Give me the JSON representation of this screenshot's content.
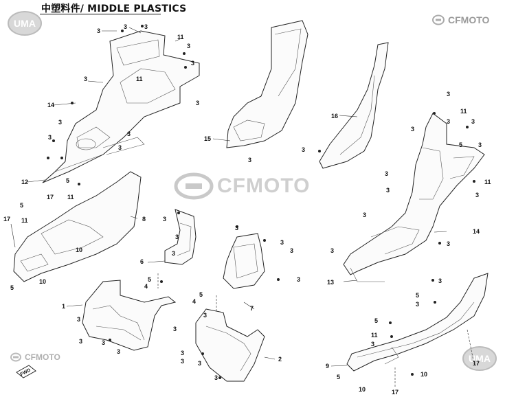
{
  "header": {
    "title": "中塑料件/ MIDDLE PLASTICS"
  },
  "branding": {
    "uma_badge_text": "UMA",
    "top_right_logo": "CFMOTO",
    "center_watermark": "CFMOTO",
    "bottom_left_logo": "CFMOTO",
    "fwd_badge": "FWD",
    "logo_icon": "cfmoto-ring-icon"
  },
  "callouts": {
    "c1": "1",
    "c2": "2",
    "c3": "3",
    "c4": "4",
    "c5": "5",
    "c6": "6",
    "c7": "7",
    "c8": "8",
    "c9": "9",
    "c10": "10",
    "c11": "11",
    "c12": "12",
    "c13": "13",
    "c14": "14",
    "c15": "15",
    "c16": "16",
    "c17": "17"
  }
}
